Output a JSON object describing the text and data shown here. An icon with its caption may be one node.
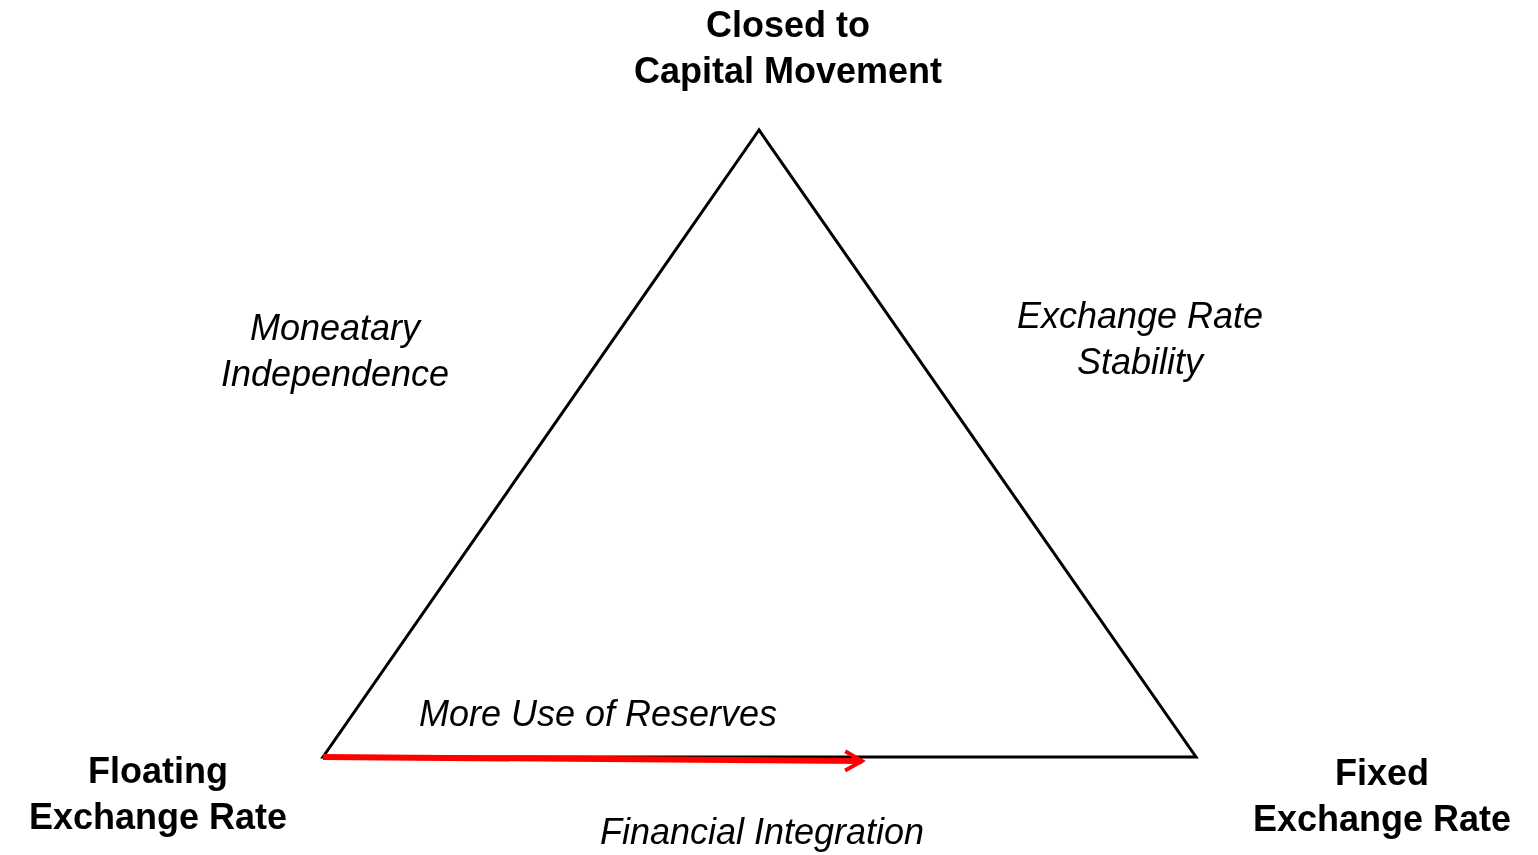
{
  "diagram": {
    "labels": [
      "Closed to Capital Movement",
      "Moneatary Independence",
      "Exchange Rate Stability",
      "More Use of Reserves",
      "Floating Exchange Rate",
      "Financial Integration",
      "Fixed Exchange Rate"
    ]
  }
}
